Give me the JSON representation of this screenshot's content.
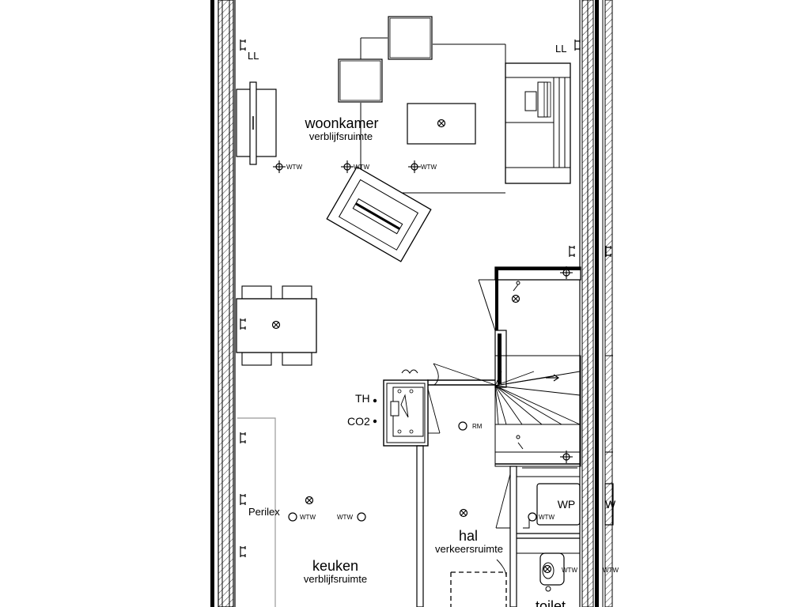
{
  "rooms": {
    "woonkamer": {
      "name": "woonkamer",
      "type": "verblijfsruimte"
    },
    "keuken": {
      "name": "keuken",
      "type": "verblijfsruimte"
    },
    "hal": {
      "name": "hal",
      "type": "verkeersruimte"
    },
    "toilet": {
      "name": "toilet"
    },
    "wp": {
      "name": "WP"
    },
    "wp_neighbor": {
      "name": "W"
    }
  },
  "symbols": {
    "ll": "LL",
    "ll_right": "LL",
    "thermostat": "TH",
    "co2": "CO2",
    "perilex": "Perilex",
    "rm": "RM",
    "wtw": "WTW"
  }
}
